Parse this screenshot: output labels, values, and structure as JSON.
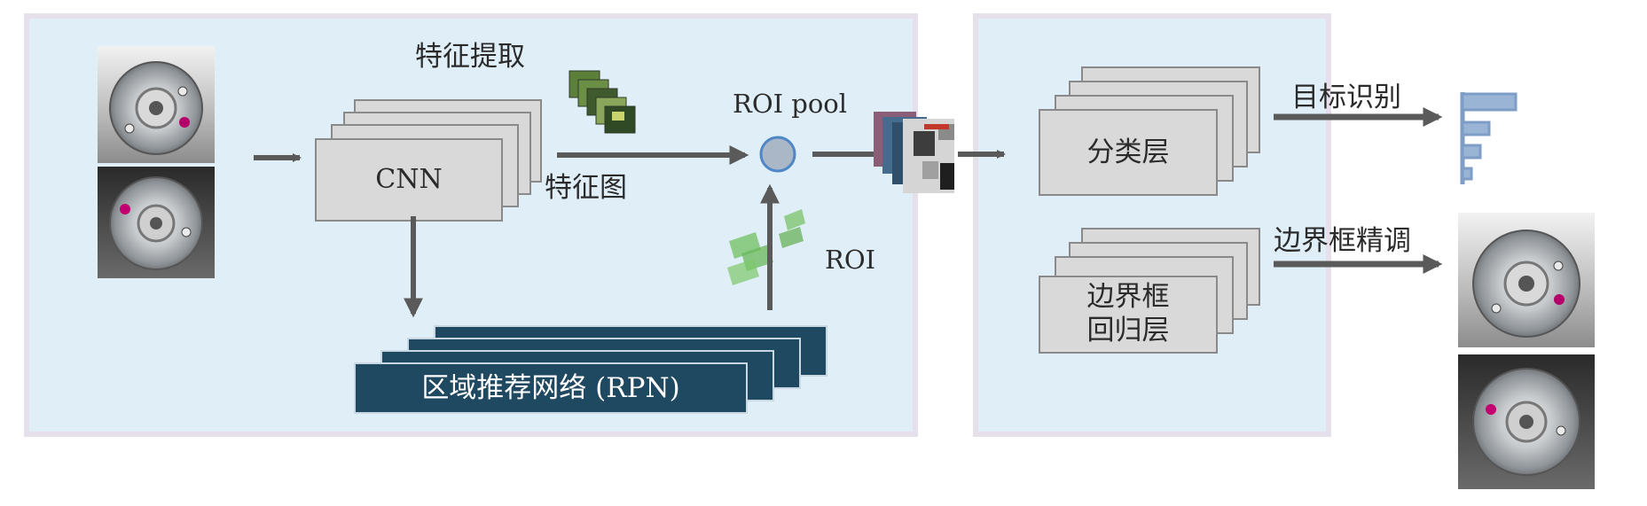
{
  "left_panel": {
    "title": "特征提取",
    "cnn_label": "CNN",
    "feature_map_label": "特征图",
    "roi_pool_label": "ROI pool",
    "roi_label": "ROI",
    "rpn_label": "区域推荐网络 (RPN)"
  },
  "right_panel": {
    "classification_label": "分类层",
    "bbox_regression_label_line1": "边界框",
    "bbox_regression_label_line2": "回归层"
  },
  "outputs": {
    "recognition_label": "目标识别",
    "bbox_refine_label": "边界框精调"
  },
  "colors": {
    "panel_fill": "#dfeef7",
    "panel_border": "#e6e0ea",
    "card_fill": "#d9d9d9",
    "card_border": "#8a8a8a",
    "rpn_fill": "#1f4861",
    "rpn_border": "#c9d7e2",
    "arrow": "#5a5a5a",
    "roi_pool_node": "#a9b7c6",
    "roi_pool_ring": "#4f86c6",
    "histogram_bar": "#7d9cc6"
  },
  "icons": {
    "motor_image": "motor-photo-icon",
    "feature_maps": "feature-map-stack-icon",
    "roi_regions": "roi-regions-icon",
    "pooled_features": "pooled-feature-icon",
    "histogram": "class-score-histogram-icon"
  }
}
